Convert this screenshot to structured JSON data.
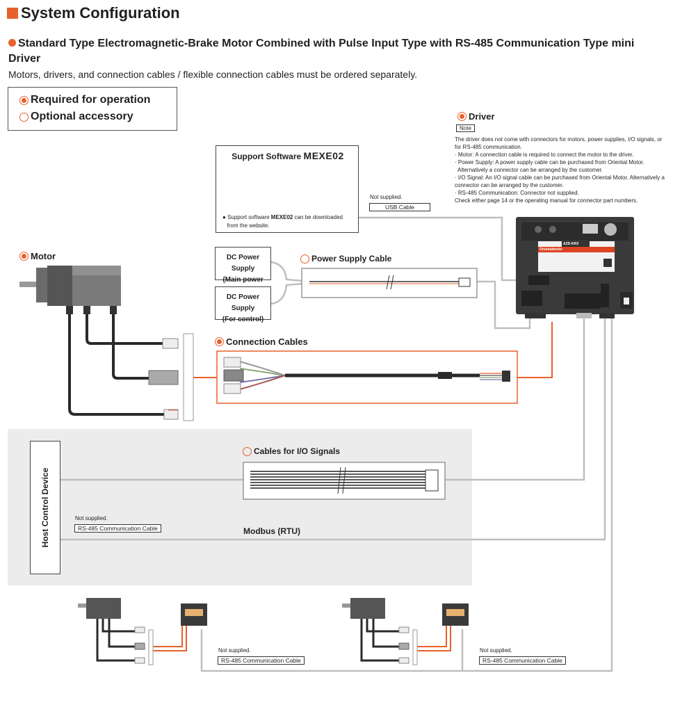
{
  "title": "System Configuration",
  "subtitle": "Standard Type Electromagnetic-Brake Motor Combined with Pulse Input Type with RS-485 Communication Type mini Driver",
  "order_note": "Motors, drivers, and connection cables / flexible connection cables must be ordered separately.",
  "legend": {
    "required": "Required for operation",
    "optional": "Optional accessory"
  },
  "software": {
    "title": "Support Software",
    "name": "MEXE02",
    "note_prefix": "Support software",
    "note_name": "MEXE02",
    "note_suffix": "can be downloaded",
    "note_line2": "from the website."
  },
  "usb": {
    "not_supplied": "Not supplied.",
    "label": "USB Cable"
  },
  "driver": {
    "label": "Driver",
    "note_tag": "Note",
    "notes": [
      "The driver does not come with connectors for motors, power supplies, I/O signals, or for RS-485 communication.",
      "· Motor: A connection cable is required to connect the motor to the driver.",
      "· Power Supply: A power supply cable can be purchased from Oriental Motor.",
      "  Alternatively a connector can be arranged by the customer.",
      "· I/O Signal: An I/O signal cable can be purchased from Oriental Motor. Alternatively a connector can be arranged by the customer.",
      "· RS-485 Communication: Connector not supplied.",
      "Check either page 14 or the operating manual for connector part numbers."
    ],
    "model": "AZD-KRX",
    "brand": "Orientalmotor"
  },
  "motor": {
    "label": "Motor"
  },
  "power": {
    "main": [
      "DC Power Supply",
      "(Main power supply)"
    ],
    "control": [
      "DC Power Supply",
      "(For control)"
    ],
    "cable_label": "Power Supply Cable"
  },
  "connection_cables": {
    "label": "Connection Cables"
  },
  "io": {
    "label": "Cables for I/O Signals"
  },
  "host": {
    "label": "Host Control Device"
  },
  "rs485": {
    "not_supplied": "Not supplied.",
    "label": "RS-485 Communication Cable"
  },
  "modbus": "Modbus (RTU)",
  "bottom": [
    {
      "not_supplied": "Not supplied.",
      "label": "RS-485 Communication Cable"
    },
    {
      "not_supplied": "Not supplied.",
      "label": "RS-485 Communication Cable"
    }
  ],
  "colors": {
    "accent": "#e8602c",
    "line": "#bfbfbf",
    "cable": "#2a2a2a"
  }
}
